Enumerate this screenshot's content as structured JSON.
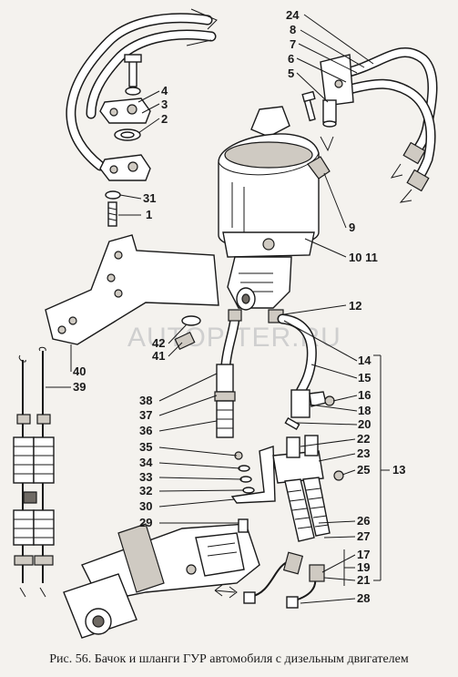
{
  "caption": "Рис. 56. Бачок и шланги ГУР автомобиля с дизельным двигателем",
  "watermark": "AUTOPITER.RU",
  "callouts": [
    {
      "id": "c24",
      "label": "24"
    },
    {
      "id": "c8",
      "label": "8"
    },
    {
      "id": "c7",
      "label": "7"
    },
    {
      "id": "c6",
      "label": "6"
    },
    {
      "id": "c5",
      "label": "5"
    },
    {
      "id": "c4",
      "label": "4"
    },
    {
      "id": "c3",
      "label": "3"
    },
    {
      "id": "c2",
      "label": "2"
    },
    {
      "id": "c31",
      "label": "31"
    },
    {
      "id": "c1",
      "label": "1"
    },
    {
      "id": "c9",
      "label": "9"
    },
    {
      "id": "c1011",
      "label": "10 11"
    },
    {
      "id": "c12",
      "label": "12"
    },
    {
      "id": "c42",
      "label": "42"
    },
    {
      "id": "c41",
      "label": "41"
    },
    {
      "id": "c40",
      "label": "40"
    },
    {
      "id": "c39",
      "label": "39"
    },
    {
      "id": "c14",
      "label": "14"
    },
    {
      "id": "c15",
      "label": "15"
    },
    {
      "id": "c16",
      "label": "16"
    },
    {
      "id": "c18",
      "label": "18"
    },
    {
      "id": "c20",
      "label": "20"
    },
    {
      "id": "c38",
      "label": "38"
    },
    {
      "id": "c37",
      "label": "37"
    },
    {
      "id": "c36",
      "label": "36"
    },
    {
      "id": "c22",
      "label": "22"
    },
    {
      "id": "c23",
      "label": "23"
    },
    {
      "id": "c35",
      "label": "35"
    },
    {
      "id": "c34",
      "label": "34"
    },
    {
      "id": "c33",
      "label": "33"
    },
    {
      "id": "c32",
      "label": "32"
    },
    {
      "id": "c25",
      "label": "25"
    },
    {
      "id": "c13",
      "label": "13"
    },
    {
      "id": "c30",
      "label": "30"
    },
    {
      "id": "c29",
      "label": "29"
    },
    {
      "id": "c26",
      "label": "26"
    },
    {
      "id": "c27",
      "label": "27"
    },
    {
      "id": "c17",
      "label": "17"
    },
    {
      "id": "c19",
      "label": "19"
    },
    {
      "id": "c21",
      "label": "21"
    },
    {
      "id": "c28",
      "label": "28"
    }
  ]
}
